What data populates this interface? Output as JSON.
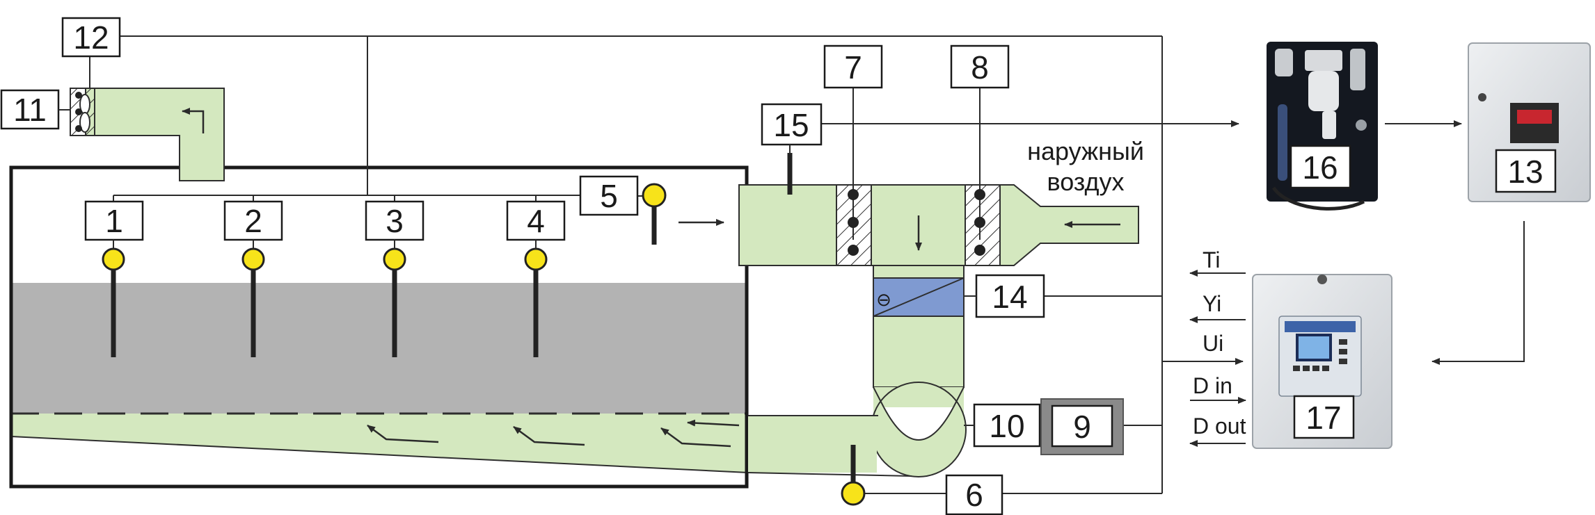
{
  "colors": {
    "duct_fill": "#d4e8bf",
    "duct_stroke": "#2e2e2e",
    "grain": "#b3b3b3",
    "sensor": "#f7e31a",
    "cooler": "#7f9ad1",
    "line": "#2a2a2a",
    "box_fill": "#ffffff"
  },
  "labels": {
    "n1": "1",
    "n2": "2",
    "n3": "3",
    "n4": "4",
    "n5": "5",
    "n6": "6",
    "n7": "7",
    "n8": "8",
    "n9": "9",
    "n10": "10",
    "n11": "11",
    "n12": "12",
    "n13": "13",
    "n14": "14",
    "n15": "15",
    "n16": "16",
    "n17": "17"
  },
  "outside_air": {
    "line1": "наружный",
    "line2": "воздух"
  },
  "signals": [
    "Ti",
    "Yi",
    "Ui",
    "D in",
    "D out"
  ],
  "cooler_symbol": "⊖",
  "photos": {
    "p16": "water-treatment-unit",
    "p13": "control-cabinet-with-regulator",
    "p17": "controller-cabinet"
  }
}
